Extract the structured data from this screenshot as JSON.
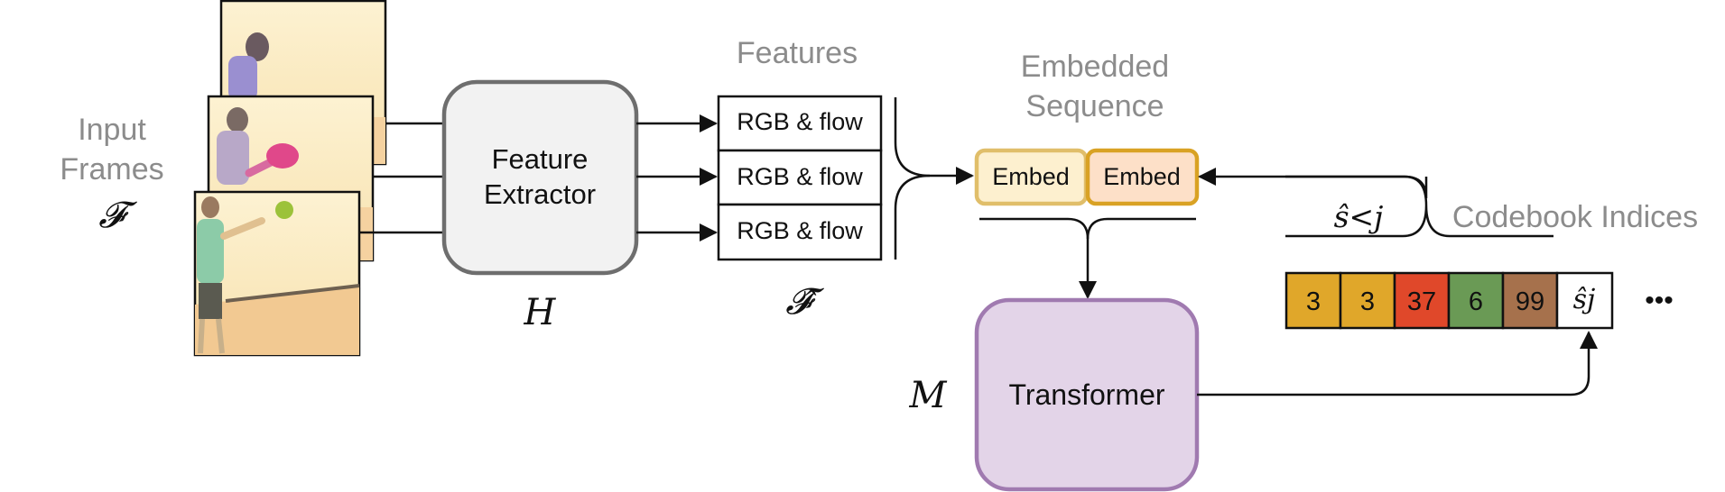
{
  "input": {
    "title_line1": "Input",
    "title_line2": "Frames",
    "symbol": "𝓕"
  },
  "extractor": {
    "label_line1": "Feature",
    "label_line2": "Extractor",
    "symbol": "H"
  },
  "features": {
    "title": "Features",
    "rows": [
      "RGB & flow",
      "RGB & flow",
      "RGB & flow"
    ],
    "symbol": "𝓕̂"
  },
  "embedded": {
    "title_line1": "Embedded",
    "title_line2": "Sequence",
    "boxes": [
      "Embed",
      "Embed"
    ],
    "colors": {
      "embed1_fill": "#fdf0cf",
      "embed1_stroke": "#e0be6a",
      "embed2_fill": "#fde0c8",
      "embed2_stroke": "#d9a224"
    }
  },
  "transformer": {
    "label": "Transformer",
    "symbol": "M",
    "colors": {
      "fill": "#e3d4e8",
      "stroke": "#a07ab0"
    }
  },
  "codebook": {
    "title": "Codebook Indices",
    "brace_label": "ŝ<j",
    "cells": [
      {
        "value": "3",
        "color": "#e0a72a"
      },
      {
        "value": "3",
        "color": "#e0a72a"
      },
      {
        "value": "37",
        "color": "#e0482a"
      },
      {
        "value": "6",
        "color": "#6a9a55"
      },
      {
        "value": "99",
        "color": "#a6714c"
      }
    ],
    "next_cell": "ŝj",
    "ellipsis": "•••"
  }
}
